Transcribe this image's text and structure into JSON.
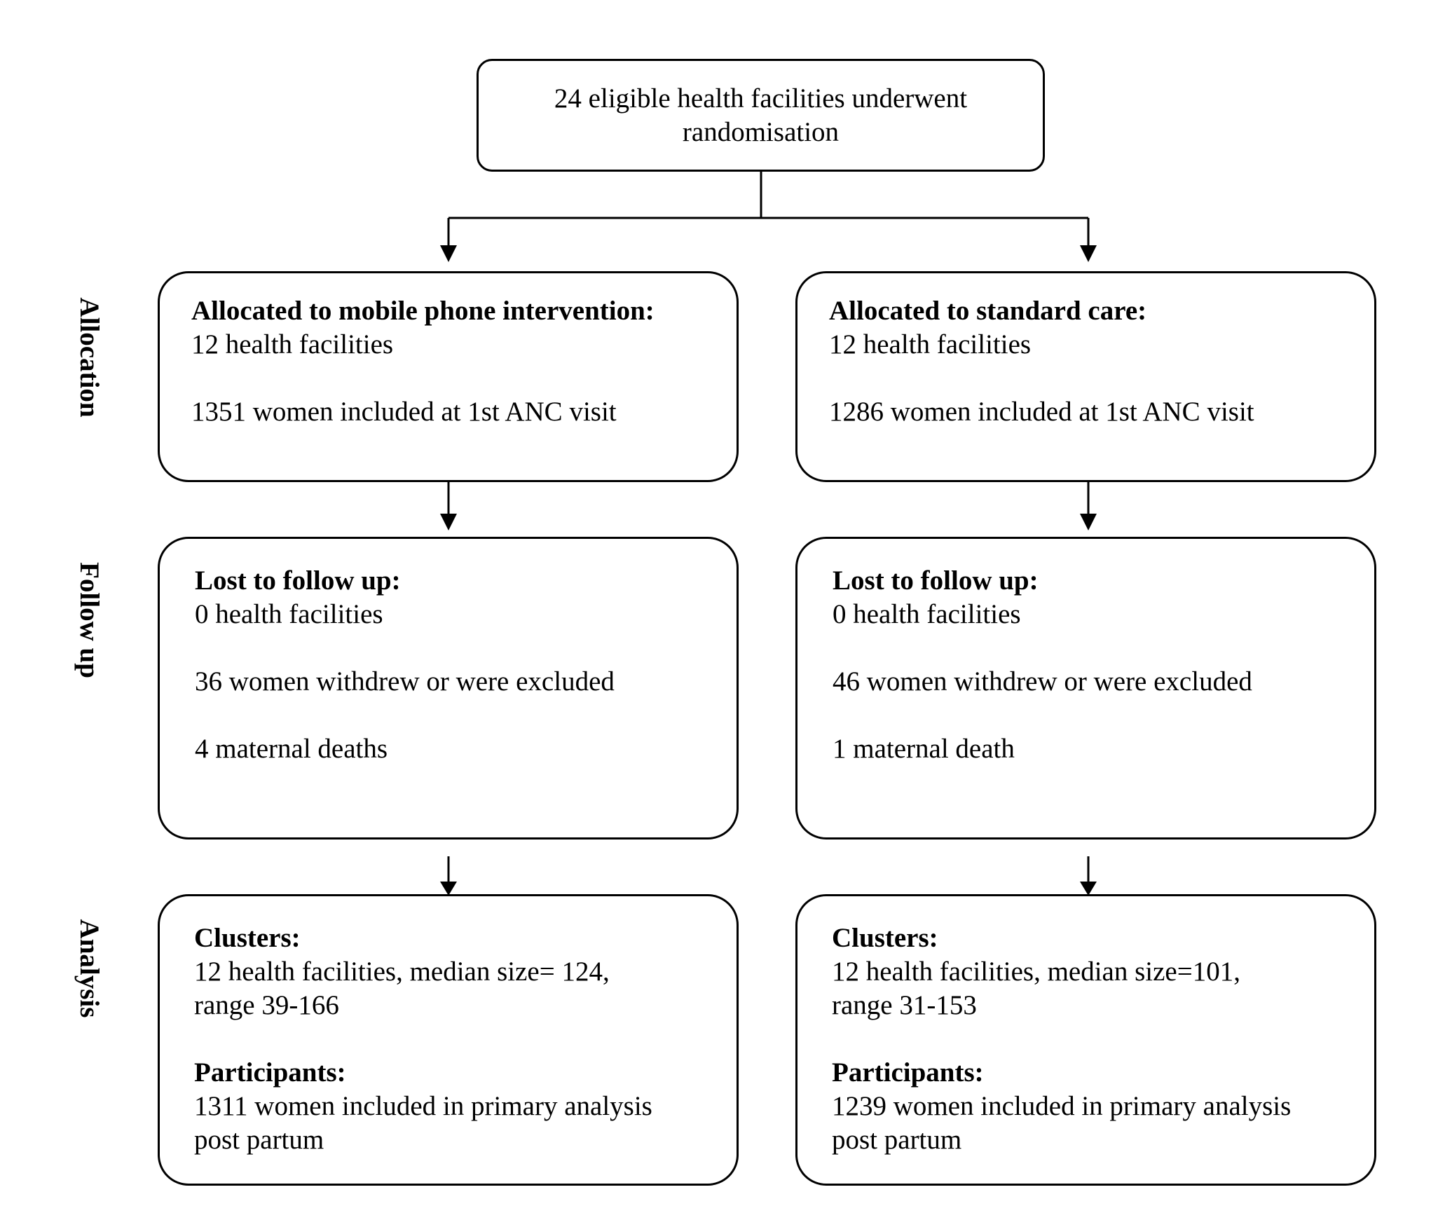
{
  "top": {
    "lines": [
      "24 eligible health facilities underwent",
      "randomisation"
    ]
  },
  "stages": {
    "allocation": "Allocation",
    "follow_up": "Follow up",
    "analysis": "Analysis"
  },
  "allocation": {
    "left": {
      "heading": "Allocated to mobile phone intervention:",
      "facilities": "12 health facilities",
      "women": "1351 women included at 1st ANC visit"
    },
    "right": {
      "heading": "Allocated to standard care:",
      "facilities": "12 health facilities",
      "women": "1286 women included at 1st ANC visit"
    }
  },
  "follow_up": {
    "left": {
      "heading": "Lost to follow up:",
      "facilities": "0 health facilities",
      "withdrew": "36 women withdrew or were excluded",
      "deaths": "4 maternal deaths"
    },
    "right": {
      "heading": "Lost to follow up:",
      "facilities": "0 health facilities",
      "withdrew": "46 women withdrew or were excluded",
      "deaths": "1 maternal death"
    }
  },
  "analysis": {
    "left": {
      "clusters_heading": "Clusters:",
      "clusters_line1": "12 health facilities, median size= 124,",
      "clusters_line2": "range 39-166",
      "participants_heading": "Participants:",
      "participants_line1": "1311 women included in primary analysis",
      "participants_line2": "post partum"
    },
    "right": {
      "clusters_heading": "Clusters:",
      "clusters_line1": "12 health facilities, median size=101,",
      "clusters_line2": "range 31-153",
      "participants_heading": "Participants:",
      "participants_line1": "1239 women included in primary analysis",
      "participants_line2": "post partum"
    }
  }
}
